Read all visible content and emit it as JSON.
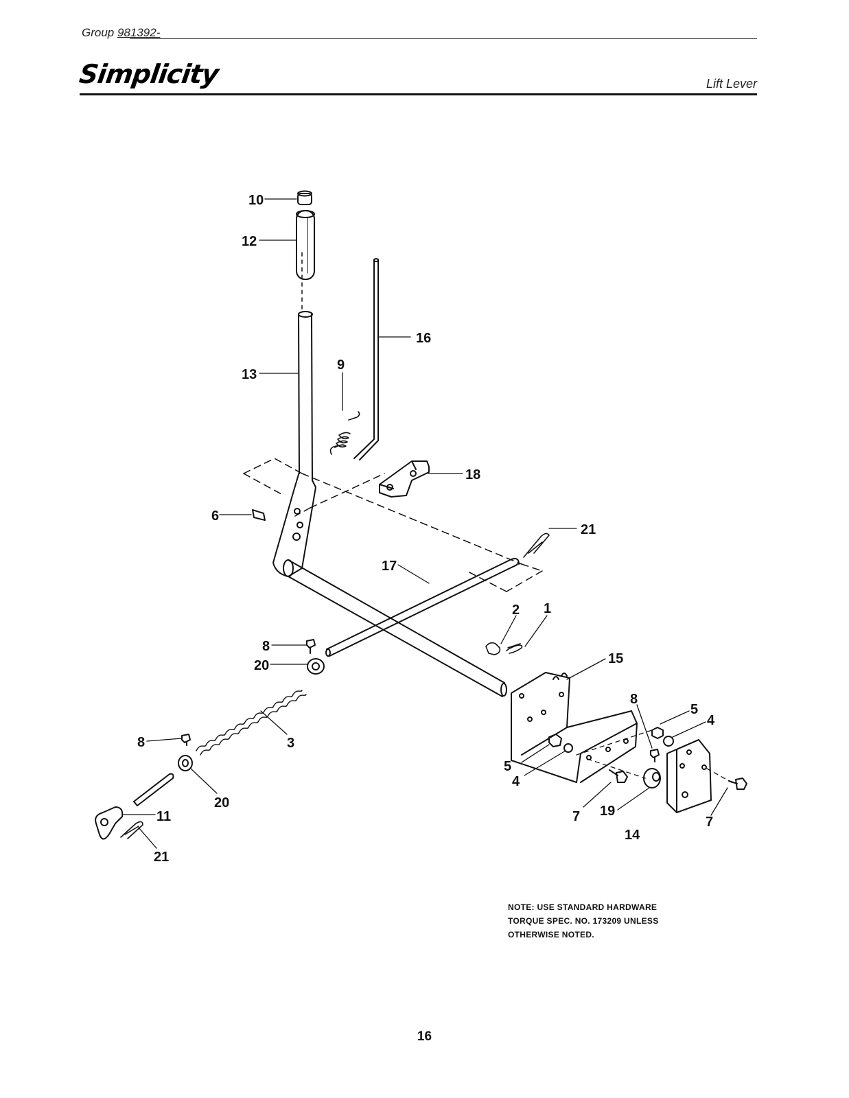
{
  "header": {
    "group_prefix": "Group",
    "group_number": "981392-",
    "brand": "Simplicity",
    "section_title": "Lift Lever"
  },
  "callouts": [
    {
      "id": "10",
      "label": "10"
    },
    {
      "id": "12",
      "label": "12"
    },
    {
      "id": "16",
      "label": "16"
    },
    {
      "id": "9",
      "label": "9"
    },
    {
      "id": "13",
      "label": "13"
    },
    {
      "id": "18",
      "label": "18"
    },
    {
      "id": "6",
      "label": "6"
    },
    {
      "id": "21a",
      "label": "21"
    },
    {
      "id": "17",
      "label": "17"
    },
    {
      "id": "2",
      "label": "2"
    },
    {
      "id": "1",
      "label": "1"
    },
    {
      "id": "8a",
      "label": "8"
    },
    {
      "id": "20a",
      "label": "20"
    },
    {
      "id": "15",
      "label": "15"
    },
    {
      "id": "8b",
      "label": "8"
    },
    {
      "id": "5a",
      "label": "5"
    },
    {
      "id": "4a",
      "label": "4"
    },
    {
      "id": "8c",
      "label": "8"
    },
    {
      "id": "3",
      "label": "3"
    },
    {
      "id": "5b",
      "label": "5"
    },
    {
      "id": "4b",
      "label": "4"
    },
    {
      "id": "20b",
      "label": "20"
    },
    {
      "id": "11",
      "label": "11"
    },
    {
      "id": "7a",
      "label": "7"
    },
    {
      "id": "19",
      "label": "19"
    },
    {
      "id": "7b",
      "label": "7"
    },
    {
      "id": "14",
      "label": "14"
    },
    {
      "id": "21b",
      "label": "21"
    }
  ],
  "note": "NOTE: USE STANDARD HARDWARE\nTORQUE SPEC. NO. 173209 UNLESS\nOTHERWISE NOTED.",
  "page_number": "16"
}
